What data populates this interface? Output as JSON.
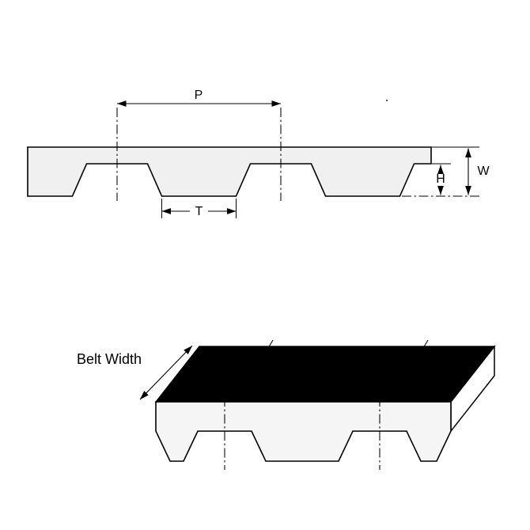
{
  "diagram": {
    "type": "timing-belt-technical-drawing",
    "cross_section": {
      "pitch_label": "P",
      "tooth_width_label": "T",
      "tooth_height_label": "H",
      "thickness_label": "W"
    },
    "isometric_view": {
      "belt_width_label": "Belt Width"
    },
    "colors": {
      "outline": "#000000",
      "belt_fill": "#f0f0f0",
      "front_face_fill": "#f5f5f5",
      "top_face_fill": "#000000",
      "side_face_fill": "#ffffff",
      "background": "#ffffff"
    }
  }
}
